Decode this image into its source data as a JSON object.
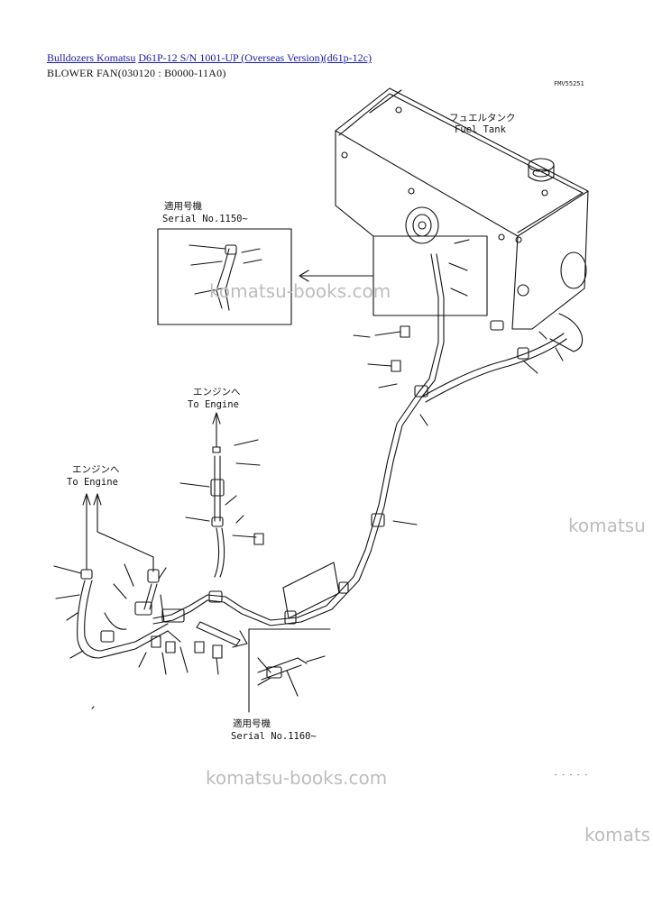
{
  "breadcrumb": {
    "link1": "Bulldozers Komatsu",
    "link2": "D61P-12 S/N 1001-UP (Overseas Version)(d61p-12c)"
  },
  "page_title": "BLOWER FAN(030120 : B0000-11A0)",
  "labels": {
    "fuel_tank_jp": "フュエルタンク",
    "fuel_tank_en": "Fuel Tank",
    "serial_top_jp": "適用号機",
    "serial_top_en": "Serial No.1150~",
    "to_engine_center_jp": "エンジンへ",
    "to_engine_center_en": "To Engine",
    "to_engine_left_jp": "エンジンへ",
    "to_engine_left_en": "To Engine",
    "serial_bottom_jp": "適用号機",
    "serial_bottom_en": "Serial No.1160~"
  },
  "watermarks": {
    "w1": "komatsu-books.com",
    "w2": "komatsu",
    "w3": "komatsu-books.com",
    "w4": "komats"
  },
  "drawing_codes": {
    "top": "FMV55251",
    "bottom": "- - - - -"
  }
}
